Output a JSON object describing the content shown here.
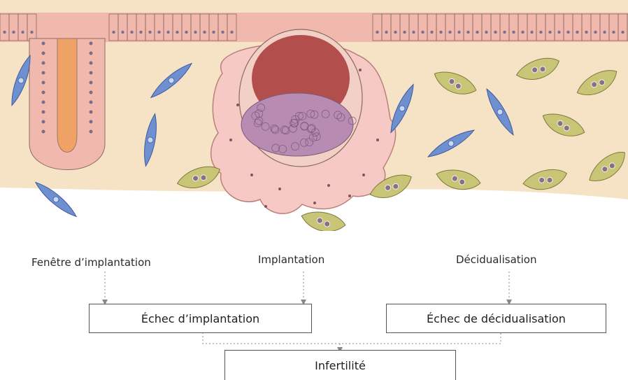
{
  "labels": {
    "window": "Fenêtre d’implantation",
    "implantation": "Implantation",
    "decidualization": "Décidualisation"
  },
  "boxes": {
    "implantation_failure": "Échec d’implantation",
    "decidualization_failure": "Échec de décidualisation",
    "infertility": "Infertilité"
  },
  "colors": {
    "tissue": "#f6e3c6",
    "epithelium": "#f1b9ad",
    "gland": "#f0a166",
    "embryo_halo": "#f6c9c4",
    "blastocyst_cavity": "#b24f4c",
    "fibroblast": "#6e8fd0",
    "decidual_cell": "#c9c577",
    "arrow": "#888888"
  }
}
